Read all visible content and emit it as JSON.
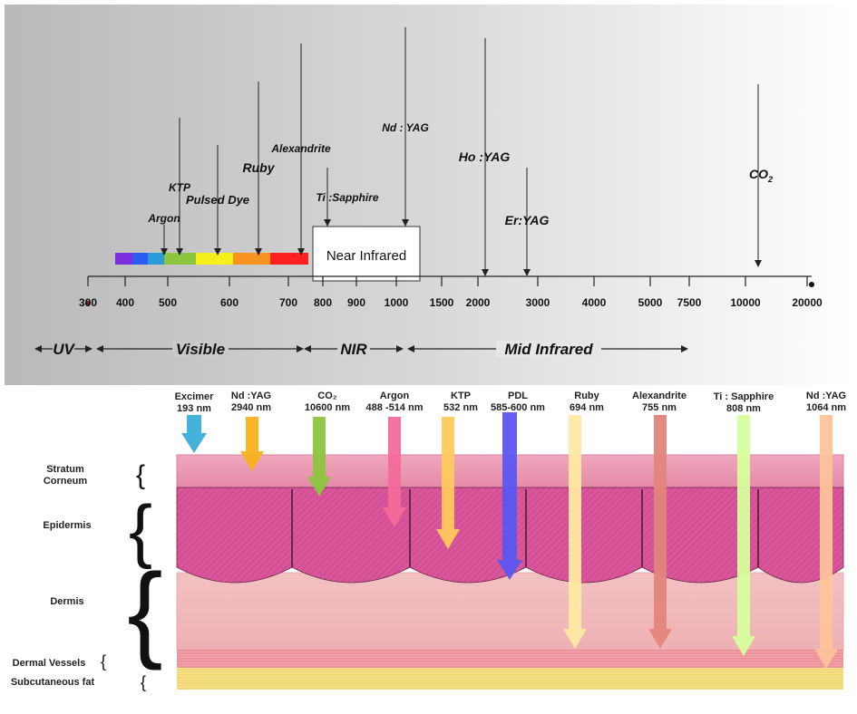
{
  "spectrum": {
    "lasers": [
      {
        "name": "Argon",
        "size": 12
      },
      {
        "name": "KTP",
        "size": 12
      },
      {
        "name": "Pulsed Dye",
        "size": 13
      },
      {
        "name": "Ruby",
        "size": 14
      },
      {
        "name": "Alexandrite",
        "size": 12
      },
      {
        "name": "Ti :Sapphire",
        "size": 12
      },
      {
        "name": "Nd : YAG",
        "size": 12
      },
      {
        "name": "Ho :YAG",
        "size": 14
      },
      {
        "name": "Er:YAG",
        "size": 14
      }
    ],
    "co2_label": {
      "main": "CO",
      "sub": "2"
    },
    "box_label": "Near Infrared",
    "ticks": [
      "300",
      "400",
      "500",
      "600",
      "700",
      "800",
      "900",
      "1000",
      "1500",
      "2000",
      "3000",
      "4000",
      "5000",
      "7500",
      "10000",
      "20000"
    ],
    "regions": [
      "UV",
      "Visible",
      "NIR",
      "Mid Infrared"
    ],
    "swatch_colors": [
      "#7a2ee0",
      "#2a5cf0",
      "#2a9ad8",
      "#8cc63f",
      "#f7ef1a",
      "#f7931e",
      "#ff2020"
    ]
  },
  "skin": {
    "lasers": [
      {
        "name": "Excimer",
        "wl": "193 nm",
        "color": "#3aaed8"
      },
      {
        "name": "Nd :YAG",
        "wl": "2940 nm",
        "color": "#f6b21b"
      },
      {
        "name": "CO₂",
        "wl": "10600 nm",
        "color": "#8cc63f"
      },
      {
        "name": "Argon",
        "wl": "488 -514 nm",
        "color": "#f36a9a"
      },
      {
        "name": "KTP",
        "wl": "532 nm",
        "color": "#ffc95c"
      },
      {
        "name": "PDL",
        "wl": "585-600 nm",
        "color": "#5c56f0"
      },
      {
        "name": "Ruby",
        "wl": "694 nm",
        "color": "#ffe9a2"
      },
      {
        "name": "Alexandrite",
        "wl": "755 nm",
        "color": "#e3857a"
      },
      {
        "name": "Ti : Sapphire",
        "wl": "808 nm",
        "color": "#d6ff9c"
      },
      {
        "name": "Nd :YAG",
        "wl": "1064 nm",
        "color": "#fcc39a"
      }
    ],
    "layers": [
      {
        "line1": "Stratum",
        "line2": "Corneum"
      },
      {
        "line1": "Epidermis"
      },
      {
        "line1": "Dermis"
      },
      {
        "line1": "Dermal Vessels"
      },
      {
        "line1": "Subcutaneous fat"
      }
    ]
  }
}
